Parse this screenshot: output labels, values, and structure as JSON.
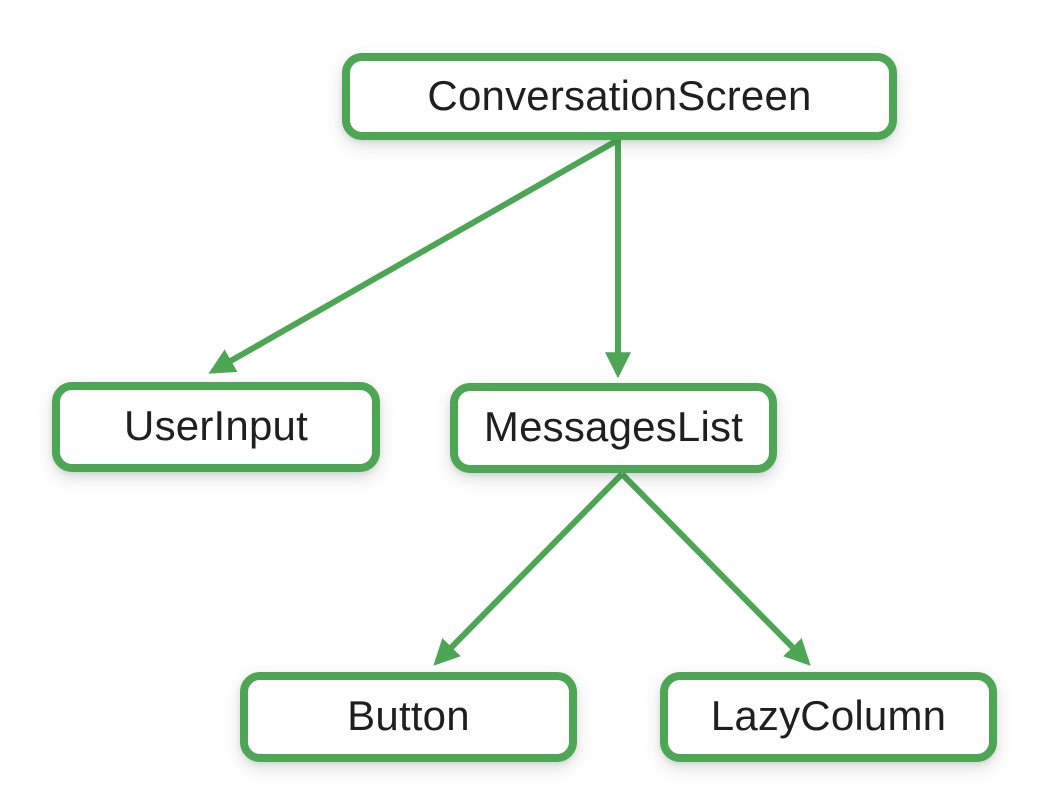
{
  "diagram": {
    "nodes": [
      {
        "id": "conversation-screen",
        "label": "ConversationScreen"
      },
      {
        "id": "user-input",
        "label": "UserInput"
      },
      {
        "id": "messages-list",
        "label": "MessagesList"
      },
      {
        "id": "button",
        "label": "Button"
      },
      {
        "id": "lazy-column",
        "label": "LazyColumn"
      }
    ],
    "edges": [
      {
        "from": "conversation-screen",
        "to": "user-input"
      },
      {
        "from": "conversation-screen",
        "to": "messages-list"
      },
      {
        "from": "messages-list",
        "to": "button"
      },
      {
        "from": "messages-list",
        "to": "lazy-column"
      }
    ],
    "colors": {
      "accent": "#4CA654",
      "node_fill": "#FFFFFF",
      "text": "#1F1F1F",
      "background": "#FFFFFF"
    }
  }
}
